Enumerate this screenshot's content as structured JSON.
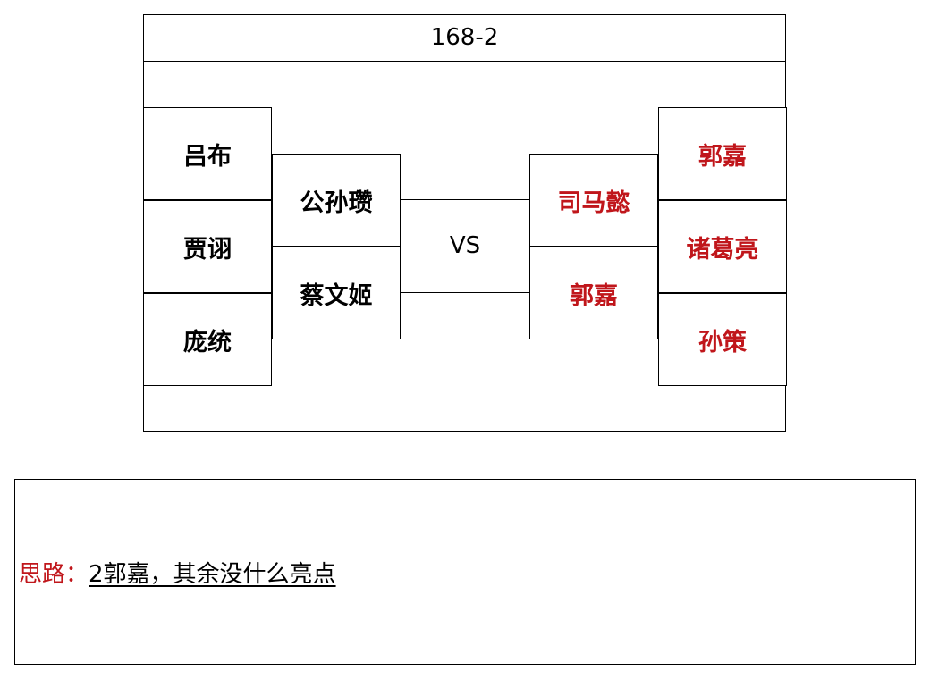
{
  "title": "168-2",
  "vs_label": "VS",
  "left": {
    "outer": [
      "吕布",
      "贾诩",
      "庞统"
    ],
    "inner": [
      "公孙瓒",
      "蔡文姬"
    ]
  },
  "right": {
    "inner": [
      "司马懿",
      "郭嘉"
    ],
    "outer": [
      "郭嘉",
      "诸葛亮",
      "孙策"
    ]
  },
  "notes": {
    "label": "思路：",
    "text": "2郭嘉，其余没什么亮点"
  },
  "colors": {
    "right_side_text": "#c0161b",
    "note_label": "#c0161b"
  }
}
